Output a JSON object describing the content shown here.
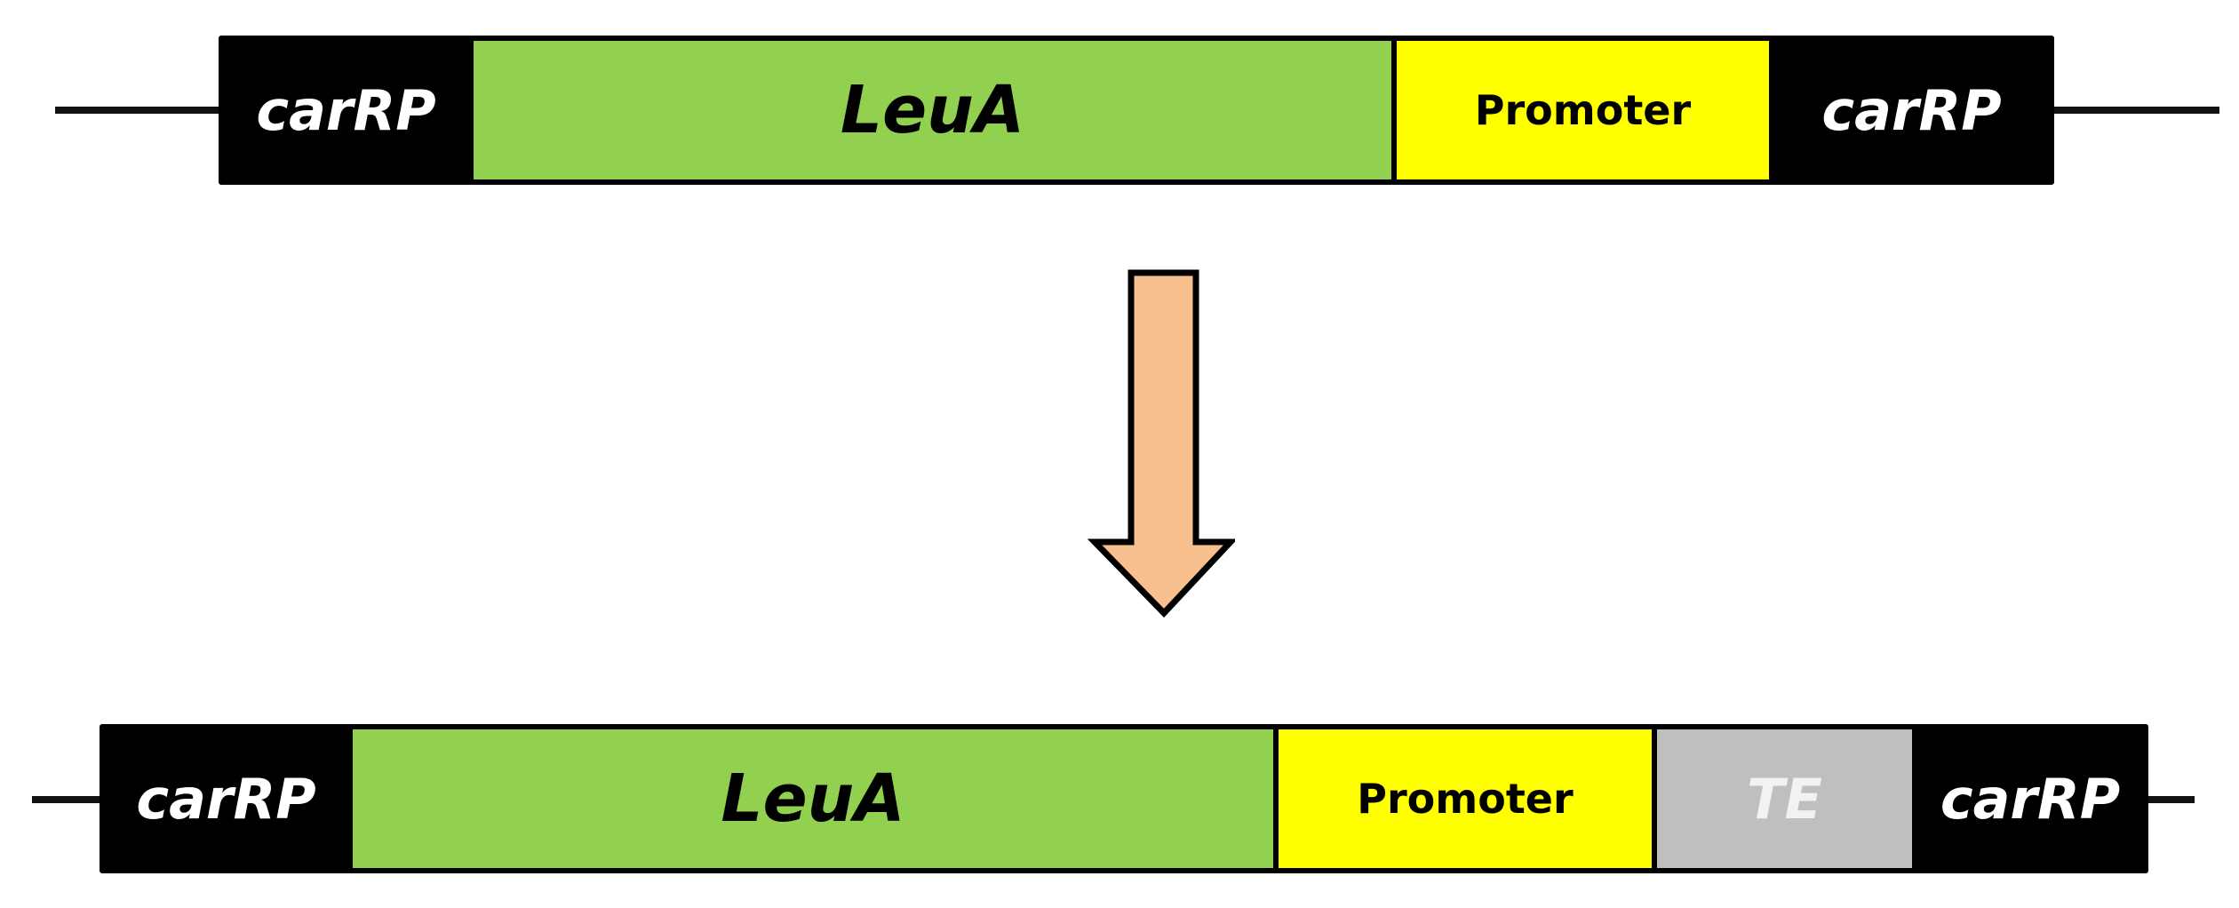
{
  "diagram": {
    "top_construct": {
      "segments": [
        {
          "label": "carRP",
          "italic": true,
          "color": "#000000"
        },
        {
          "label": "LeuA",
          "italic": true,
          "color": "#92d050"
        },
        {
          "label": "Promoter",
          "italic": false,
          "color": "#ffff00"
        },
        {
          "label": "carRP",
          "italic": true,
          "color": "#000000"
        }
      ]
    },
    "bottom_construct": {
      "segments": [
        {
          "label": "carRP",
          "italic": true,
          "color": "#000000"
        },
        {
          "label": "LeuA",
          "italic": true,
          "color": "#92d050"
        },
        {
          "label": "Promoter",
          "italic": false,
          "color": "#ffff00"
        },
        {
          "label": "TE",
          "italic": true,
          "color": "#bfbfbf"
        },
        {
          "label": "carRP",
          "italic": true,
          "color": "#000000"
        }
      ]
    },
    "arrow": {
      "direction": "down",
      "fill": "#f9c08f",
      "stroke": "#000000"
    }
  }
}
